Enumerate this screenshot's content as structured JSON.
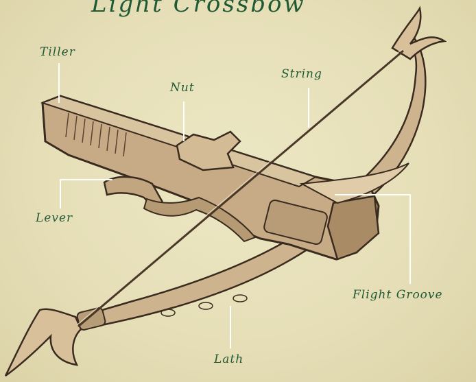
{
  "title": "Light Crossbow",
  "labels": {
    "tiller": "Tiller",
    "nut": "Nut",
    "string": "String",
    "lever": "Lever",
    "flight_groove": "Flight Groove",
    "lath": "Lath"
  },
  "colors": {
    "parchment": "#e6dfb8",
    "ink_green": "#1f5a34",
    "wood_light": "#c9b08a",
    "wood_dark": "#8a6a4a",
    "outline": "#3a2b1f",
    "leader_line": "#ffffff"
  }
}
